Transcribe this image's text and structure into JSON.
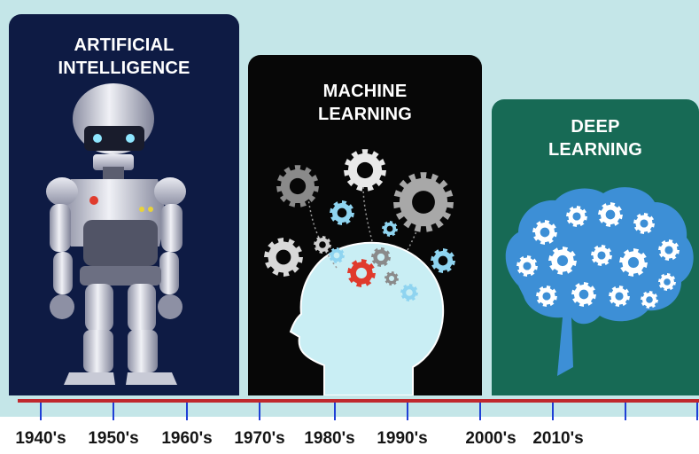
{
  "panels": {
    "ai": {
      "title_line1": "ARTIFICIAL",
      "title_line2": "INTELLIGENCE"
    },
    "ml": {
      "title_line1": "MACHINE",
      "title_line2": "LEARNING"
    },
    "dl": {
      "title_line1": "DEEP",
      "title_line2": "LEARNING"
    }
  },
  "timeline": {
    "labels": [
      "1940's",
      "1950's",
      "1960's",
      "1970's",
      "1980's",
      "1990's",
      "2000's",
      "2010's"
    ],
    "line_color": "#c0282d",
    "tick_color": "#1f3fd6"
  },
  "colors": {
    "background": "#c4e6e8",
    "ai_panel": "#0e1b44",
    "ml_panel": "#070707",
    "dl_panel": "#176a55",
    "brain": "#3d8fd6"
  },
  "icons": [
    "robot-icon",
    "head-with-gears-icon",
    "gear-brain-icon"
  ]
}
